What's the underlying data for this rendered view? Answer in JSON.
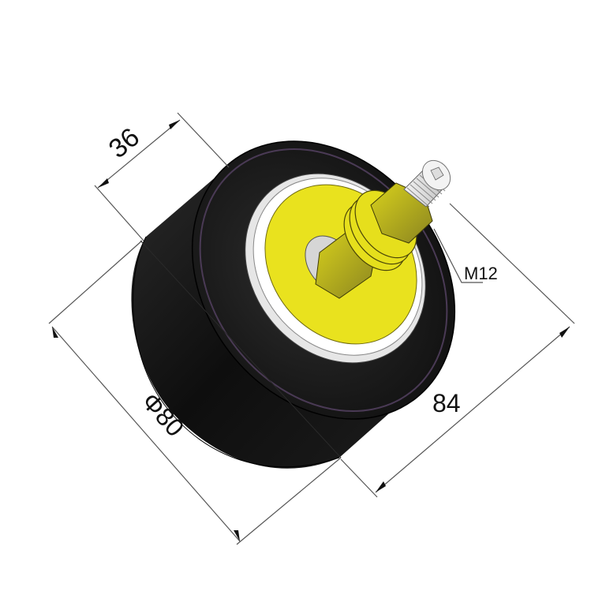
{
  "drawing": {
    "subject": "Rubber wheel with yellow hub and threaded M12 stud",
    "colors": {
      "background": "#ffffff",
      "tire": "#1a1a1a",
      "tire_highlight": "#3a3a3a",
      "hub_yellow": "#e8e020",
      "hub_yellow_dark": "#9c9220",
      "steel": "#d8d8d8",
      "dimension_line": "#555555",
      "text": "#111111"
    },
    "dimensions": {
      "width": {
        "label": "36",
        "meaning": "wheel width"
      },
      "diameter": {
        "label": "Φ80",
        "meaning": "wheel diameter"
      },
      "overall_length": {
        "label": "84",
        "meaning": "overall length including stud"
      },
      "thread": {
        "label": "M12",
        "meaning": "stud thread size"
      }
    }
  }
}
